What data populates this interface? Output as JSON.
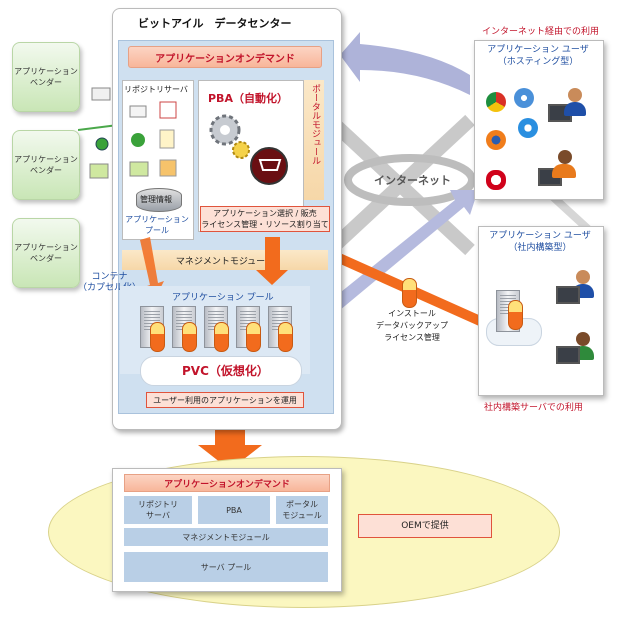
{
  "title": "ビットアイル　データセンター",
  "vendors": [
    "アプリケーション\nベンダー",
    "アプリケーション\nベンダー",
    "アプリケーション\nベンダー"
  ],
  "aod_banner": "アプリケーションオンデマンド",
  "repository": {
    "title": "リポジトリサーバ",
    "mgmt_info": "管理情報",
    "pool": "アプリケーション\nプール"
  },
  "pba": {
    "title": "PBA（自動化）",
    "desc": "アプリケーション選択 / 販売\nライセンス管理・リソース割り当て"
  },
  "portal": "ポータルモジュール",
  "management_module": "マネジメントモジュール",
  "app_pool": "アプリケーション プール",
  "pvc": "PVC（仮想化）",
  "pvc_desc": "ユーザー利用のアプリケーションを運用",
  "container": "コンテナ\n（カプセル化）",
  "internet": "インターネット",
  "install": "インストール\nデータバックアップ\nライセンス管理",
  "internet_usage": "インターネット経由での利用",
  "hosting_user": "アプリケーション ユーザ\n（ホスティング型）",
  "inhouse_user": "アプリケーション ユーザ\n（社内構築型）",
  "inhouse_server": "社内構築サーバでの利用",
  "oem": {
    "banner": "アプリケーションオンデマンド",
    "repo": "リポジトリ\nサーバ",
    "pba": "PBA",
    "portal": "ポータル\nモジュール",
    "mgmt": "マネジメントモジュール",
    "pool": "サーバ プール",
    "provide": "OEMで提供"
  },
  "colors": {
    "accent_red": "#c2142b",
    "arrow_orange": "#f26b1d",
    "panel_blue": "#cfe0f0",
    "text_blue": "#1f4ea0"
  }
}
